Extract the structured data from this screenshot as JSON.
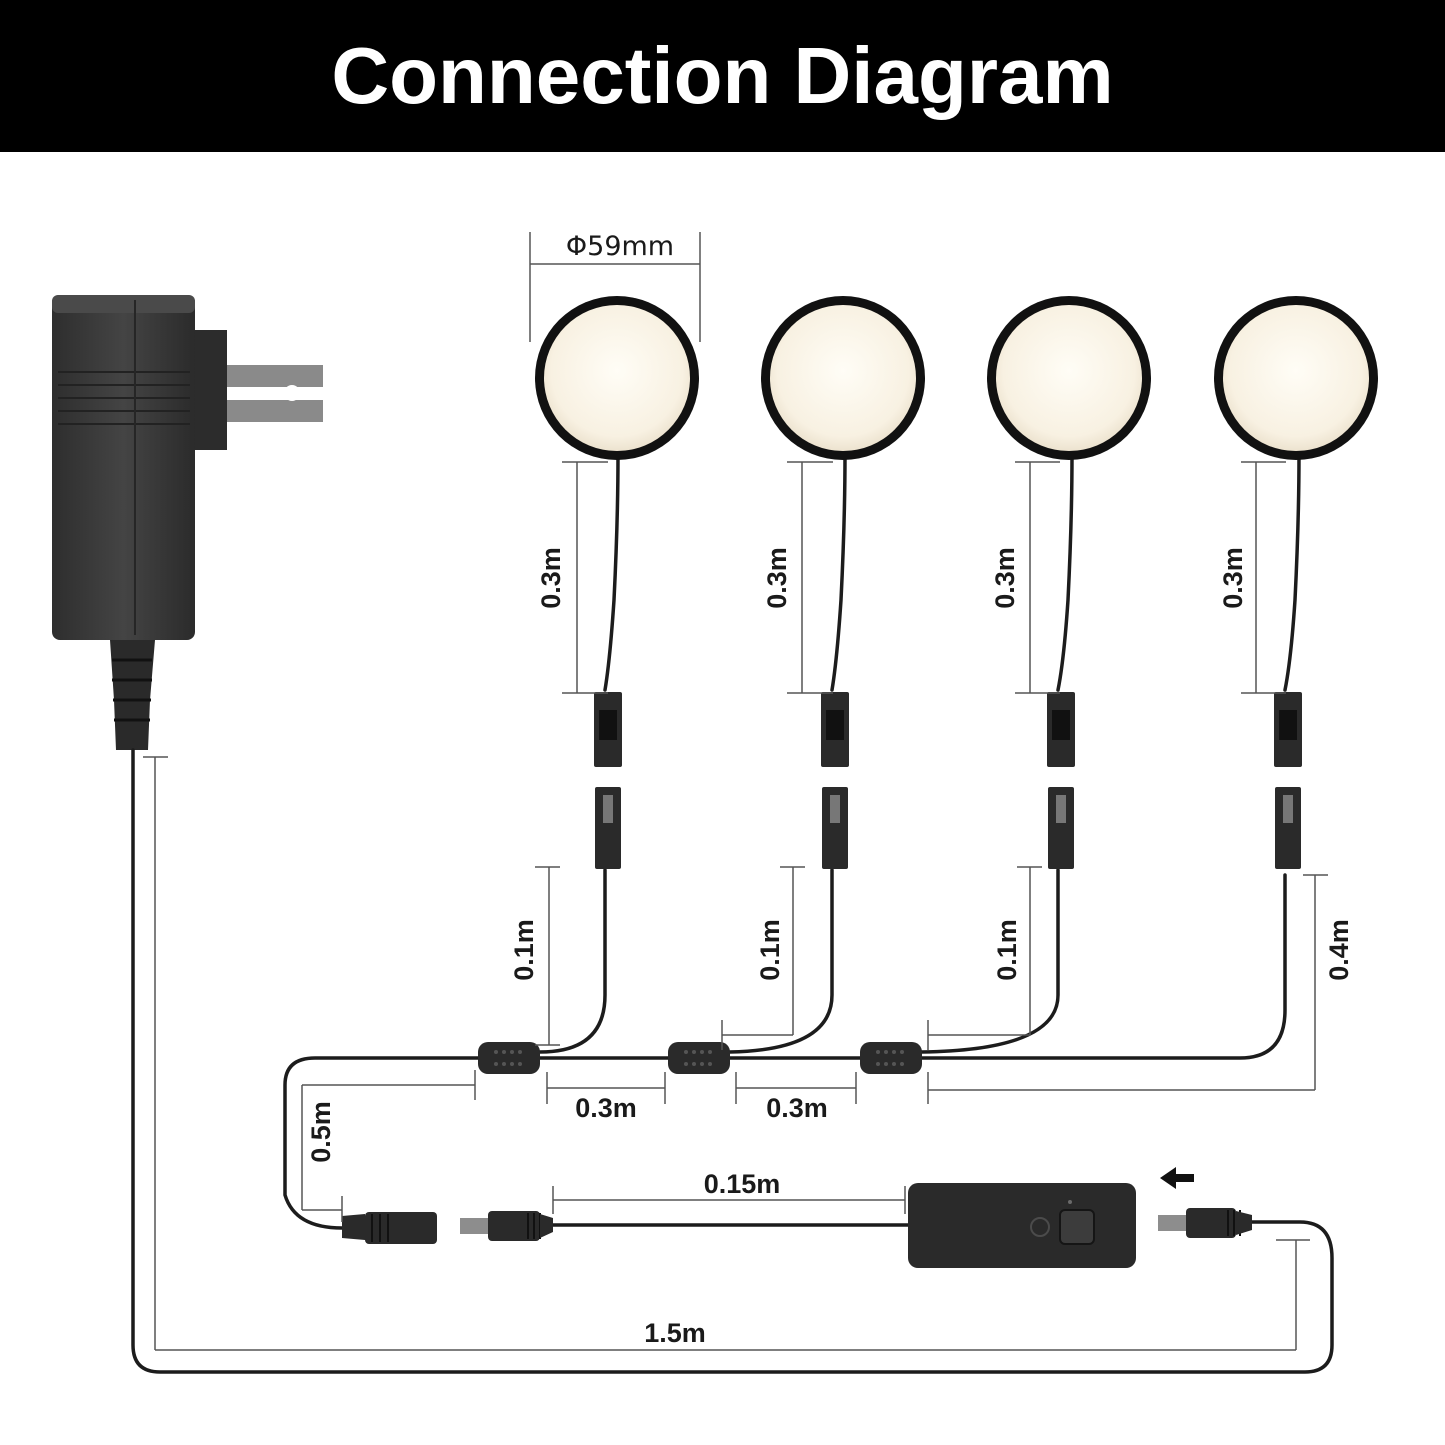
{
  "header": {
    "title": "Connection Diagram"
  },
  "diameter_label": "Φ59mm",
  "lights": [
    {
      "cable_label": "0.3m",
      "branch_label": "0.1m"
    },
    {
      "cable_label": "0.3m",
      "branch_label": "0.1m"
    },
    {
      "cable_label": "0.3m",
      "branch_label": "0.1m"
    },
    {
      "cable_label": "0.3m",
      "branch_label": "0.4m"
    }
  ],
  "segments": {
    "trunk_1": "0.3m",
    "trunk_2": "0.3m",
    "lead_in": "0.5m",
    "switch_lead": "0.15m",
    "power_cable": "1.5m"
  },
  "colors": {
    "header_bg": "#000000",
    "header_text": "#ffffff",
    "cable": "#1c1c1c",
    "light_face": "#fbf6ea",
    "adapter_body": "#3a3a3a",
    "dimension_line": "#555555"
  }
}
